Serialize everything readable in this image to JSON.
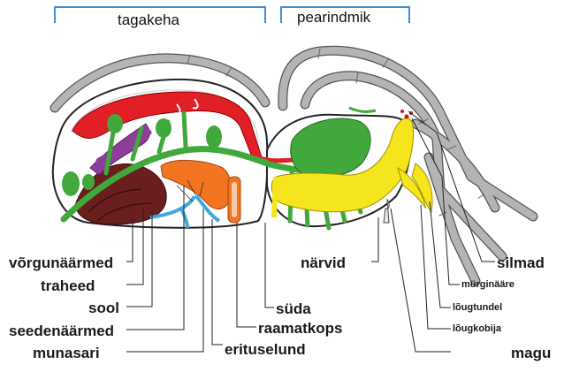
{
  "headers": {
    "abdomen": "tagakeha",
    "cephalothorax": "pearindmik"
  },
  "labels": {
    "spinnerets": "võrgunäärmed",
    "tracheae": "traheed",
    "intestine": "sool",
    "digestive_glands": "seedenäärmed",
    "ovary": "munasari",
    "excretory_organ": "erituselund",
    "heart": "süda",
    "book_lung": "raamatkops",
    "nerves": "närvid",
    "eyes": "silmad",
    "venom_gland": "mürginääre",
    "pedipalp": "lõugtundel",
    "chelicera": "lõugkobija",
    "stomach": "magu"
  },
  "colors": {
    "bracket": "#3d8fd6",
    "heart_red": "#e21f26",
    "nerve_green": "#41a83c",
    "intestine_purple": "#8d3d9a",
    "ovary_brown": "#6b1e1e",
    "digestive_orange": "#f27421",
    "excretory_blue": "#3ea6e0",
    "stomach_yellow": "#f4e51c",
    "body_outline": "#222222",
    "leg_gray": "#b4b4b4"
  }
}
